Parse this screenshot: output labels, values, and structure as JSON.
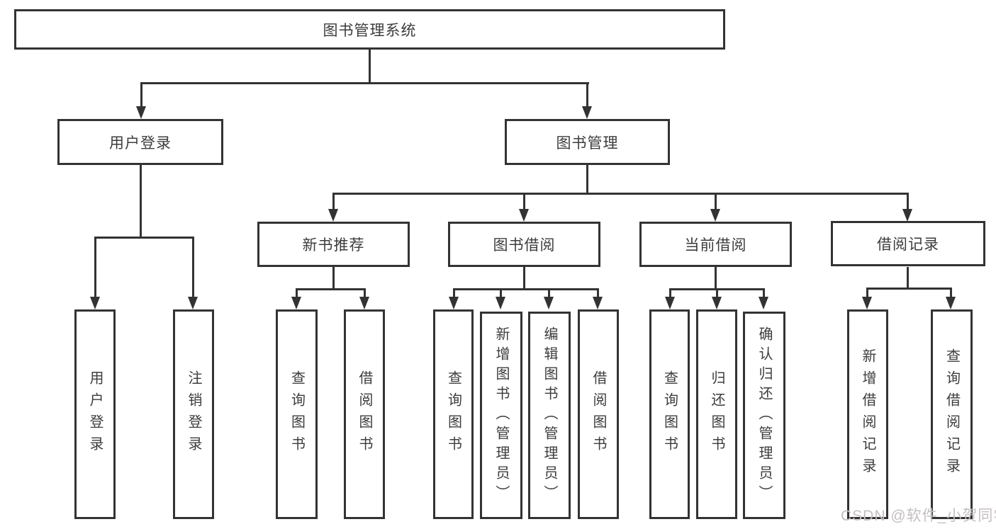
{
  "title": "图书管理系统",
  "watermark": "CSDN @软件_小贺同学",
  "colors": {
    "line": "#333333",
    "text": "#3c3c3c",
    "background": "#ffffff",
    "watermark": "#c4bfbf"
  },
  "nodes": {
    "root": "图书管理系统",
    "level2": [
      "用户登录",
      "图书管理"
    ],
    "level3": [
      "新书推荐",
      "图书借阅",
      "当前借阅",
      "借阅记录"
    ],
    "leaves": [
      "用户登录",
      "注销登录",
      "查询图书",
      "借阅图书",
      "查询图书",
      "新增图书（管理员）",
      "编辑图书（管理员）",
      "借阅图书",
      "查询图书",
      "归还图书",
      "确认归还（管理员）",
      "新增借阅记录",
      "查询借阅记录"
    ]
  },
  "hierarchy": {
    "图书管理系统": {
      "用户登录": [
        "用户登录",
        "注销登录"
      ],
      "图书管理": {
        "新书推荐": [
          "查询图书",
          "借阅图书"
        ],
        "图书借阅": [
          "查询图书",
          "新增图书（管理员）",
          "编辑图书（管理员）",
          "借阅图书"
        ],
        "当前借阅": [
          "查询图书",
          "归还图书",
          "确认归还（管理员）"
        ],
        "借阅记录": [
          "新增借阅记录",
          "查询借阅记录"
        ]
      }
    }
  }
}
